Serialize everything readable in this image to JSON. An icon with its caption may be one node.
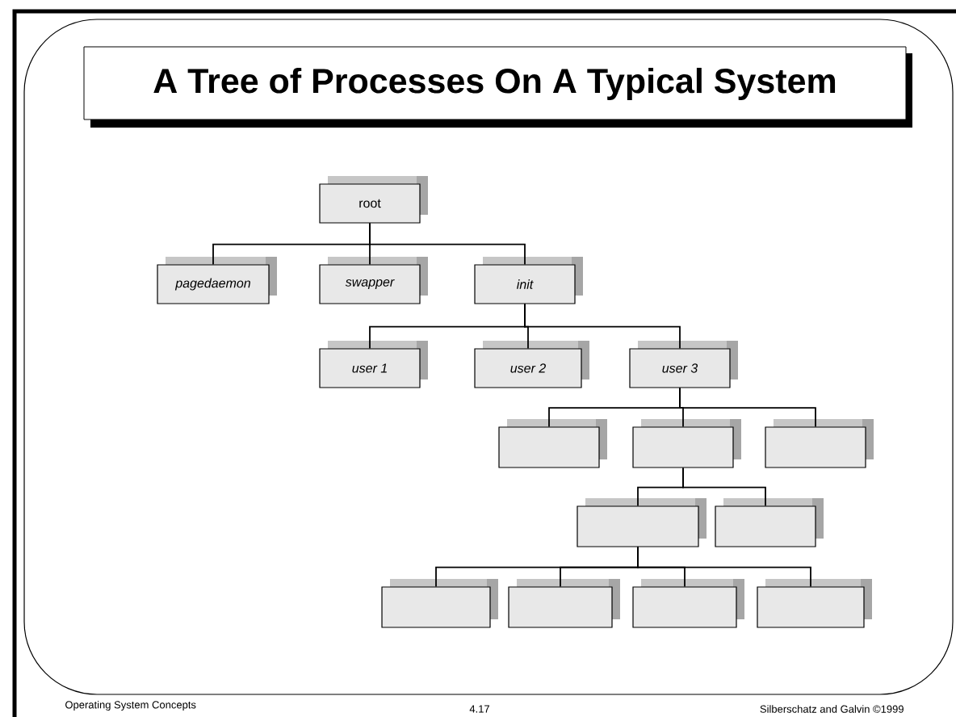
{
  "diagram": {
    "title": "A Tree of Processes On A Typical System",
    "nodes": [
      {
        "text": [
          "root"
        ]
      },
      {
        "text": [
          "pagedaemon"
        ]
      },
      {
        "text": [
          "swapper"
        ]
      },
      {
        "text": [
          "init"
        ]
      },
      {
        "text": [
          "user 1"
        ]
      },
      {
        "text": [
          "user 2"
        ]
      },
      {
        "text": [
          "user 3"
        ]
      },
      {
        "text": [],
        "shape": "box"
      },
      {
        "text": [],
        "shape": "box"
      },
      {
        "text": [],
        "shape": "box"
      },
      {
        "text": [],
        "shape": "box"
      },
      {
        "text": [],
        "shape": "box"
      },
      {
        "text": [],
        "shape": "box"
      },
      {
        "text": [],
        "shape": "box"
      },
      {
        "text": [],
        "shape": "box"
      },
      {
        "text": [],
        "shape": "box"
      }
    ],
    "edges": [
      {
        "from": 0,
        "to": 1,
        "arrow": "none"
      },
      {
        "from": 0,
        "to": 2,
        "arrow": "none"
      },
      {
        "from": 0,
        "to": 3,
        "arrow": "none"
      },
      {
        "from": 3,
        "to": 4,
        "arrow": "none"
      },
      {
        "from": 3,
        "to": 5,
        "arrow": "none"
      },
      {
        "from": 3,
        "to": 6,
        "arrow": "none"
      },
      {
        "from": 6,
        "to": 7,
        "arrow": "none"
      },
      {
        "from": 6,
        "to": 8,
        "arrow": "none"
      },
      {
        "from": 6,
        "to": 9,
        "arrow": "none"
      },
      {
        "from": 8,
        "to": 10,
        "arrow": "none"
      },
      {
        "from": 8,
        "to": 11,
        "arrow": "none"
      },
      {
        "from": 10,
        "to": 12,
        "arrow": "none"
      },
      {
        "from": 10,
        "to": 13,
        "arrow": "none"
      },
      {
        "from": 10,
        "to": 14,
        "arrow": "none"
      },
      {
        "from": 10,
        "to": 15,
        "arrow": "none"
      }
    ],
    "labels": [
      "Operating System Concepts",
      "4.17",
      "Silberschatz and Galvin ©1999"
    ]
  }
}
